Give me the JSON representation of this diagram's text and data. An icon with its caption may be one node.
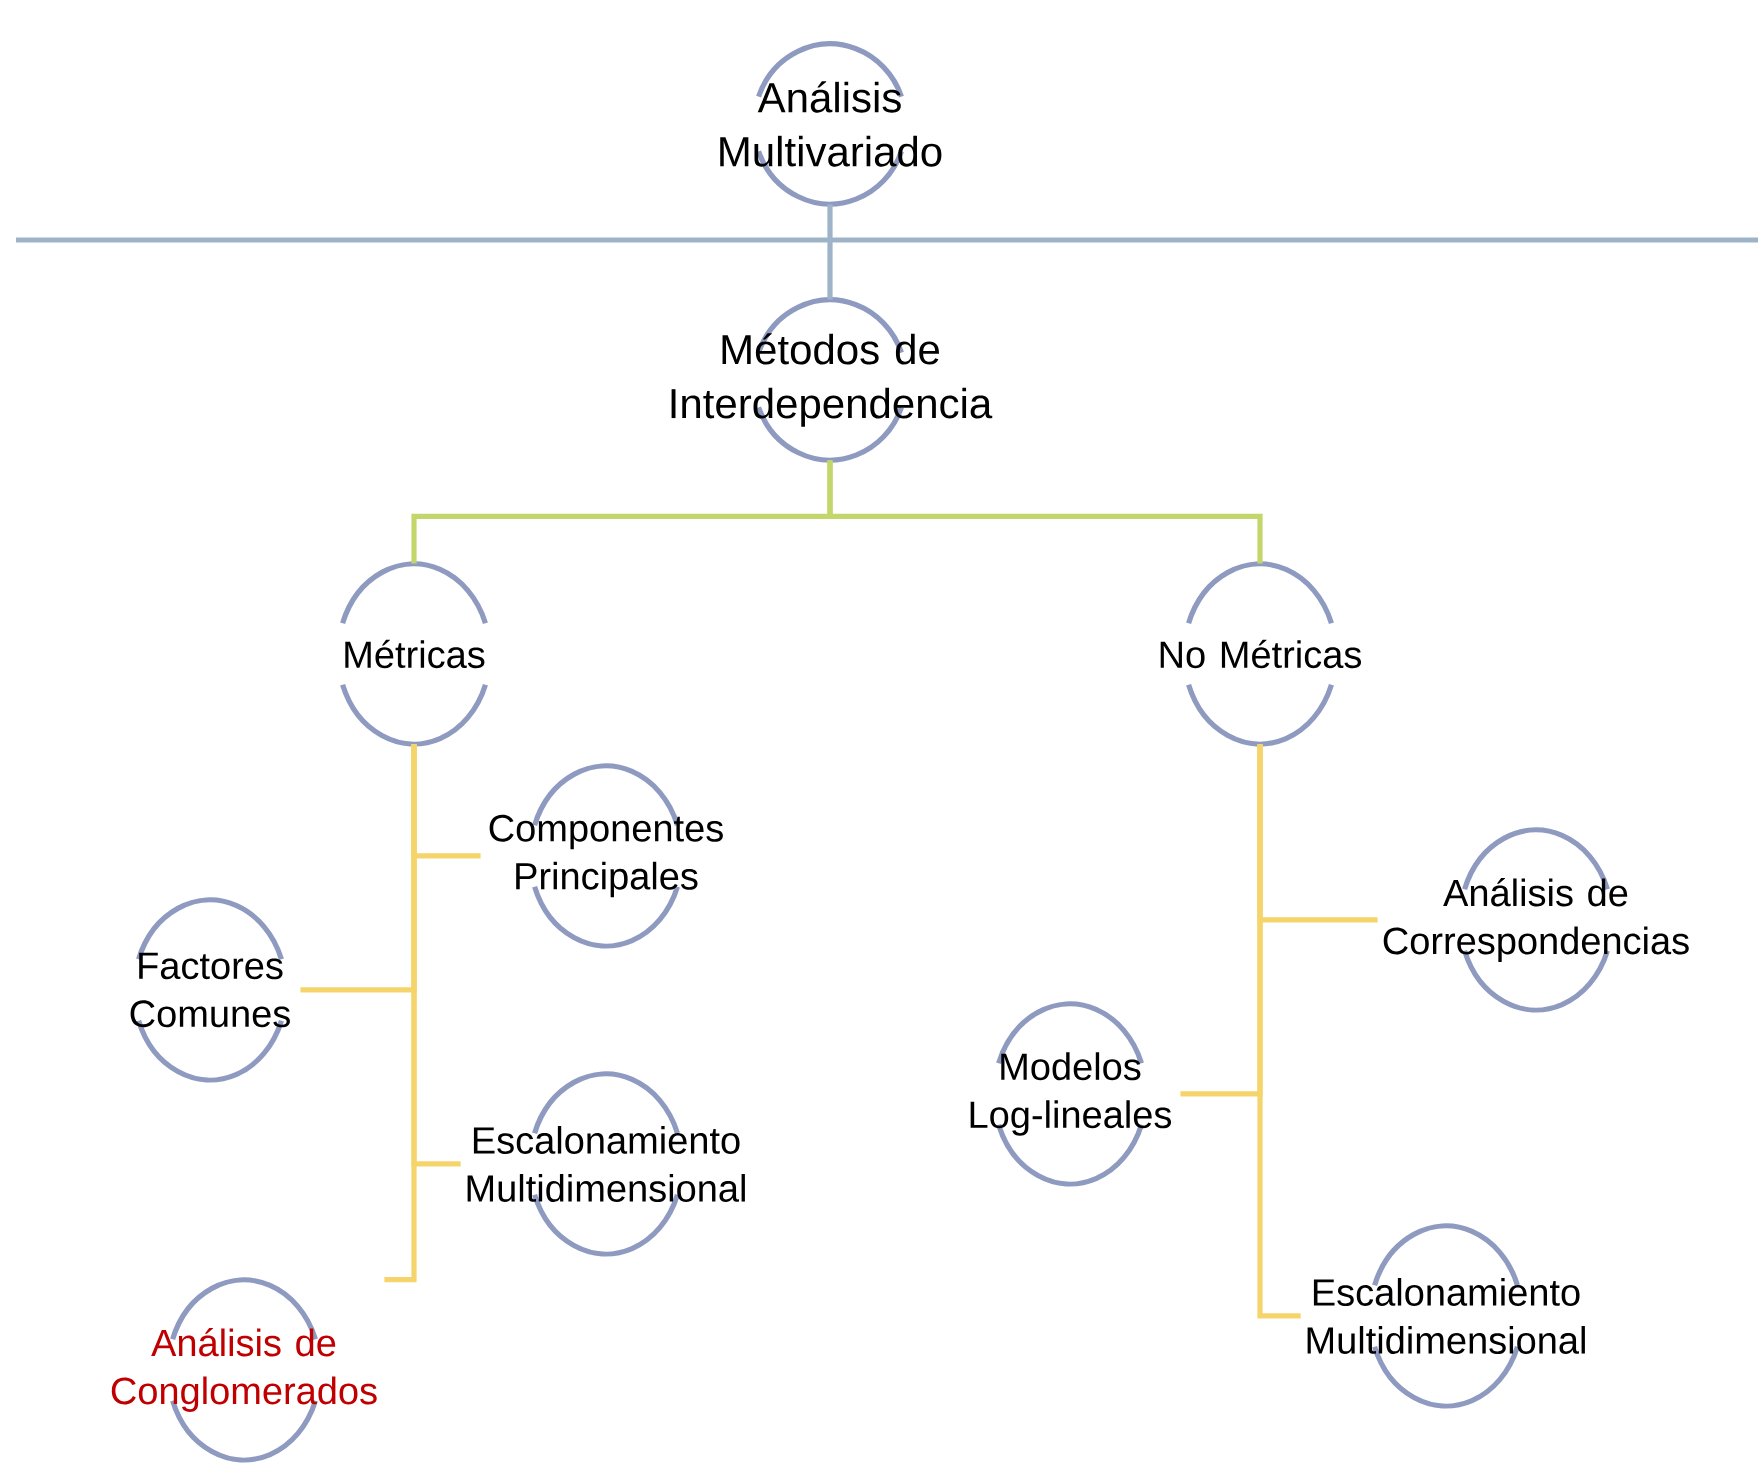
{
  "diagram": {
    "nodes": [
      {
        "text": [
          "Análisis Multivariado"
        ]
      },
      {
        "text": [
          "Métodos de Interdependencia"
        ]
      },
      {
        "text": [
          "Métricas"
        ]
      },
      {
        "text": [
          "No Métricas"
        ]
      },
      {
        "text": [
          "Componentes Principales"
        ]
      },
      {
        "text": [
          "Factores Comunes"
        ]
      },
      {
        "text": [
          "Escalonamiento Multidimensional"
        ]
      },
      {
        "text": [
          "Análisis de Conglomerados"
        ]
      },
      {
        "text": [
          "Análisis de Correspondencias"
        ]
      },
      {
        "text": [
          "Modelos Log-lineales"
        ]
      },
      {
        "text": [
          "Escalonamiento Multidimensional"
        ]
      }
    ],
    "edges": [
      {
        "from": 0,
        "to": 1,
        "arrow": "none",
        "color": "#9eb3c8"
      },
      {
        "from": 1,
        "to": 2,
        "arrow": "none",
        "color": "#c3d66b"
      },
      {
        "from": 1,
        "to": 3,
        "arrow": "none",
        "color": "#c3d66b"
      },
      {
        "from": 2,
        "to": 4,
        "arrow": "none"
      },
      {
        "from": 2,
        "to": 5,
        "arrow": "none"
      },
      {
        "from": 2,
        "to": 6,
        "arrow": "none"
      },
      {
        "from": 2,
        "to": 7,
        "arrow": "none"
      },
      {
        "from": 3,
        "to": 8,
        "arrow": "none"
      },
      {
        "from": 3,
        "to": 9,
        "arrow": "none"
      },
      {
        "from": 3,
        "to": 10,
        "arrow": "none"
      }
    ]
  }
}
